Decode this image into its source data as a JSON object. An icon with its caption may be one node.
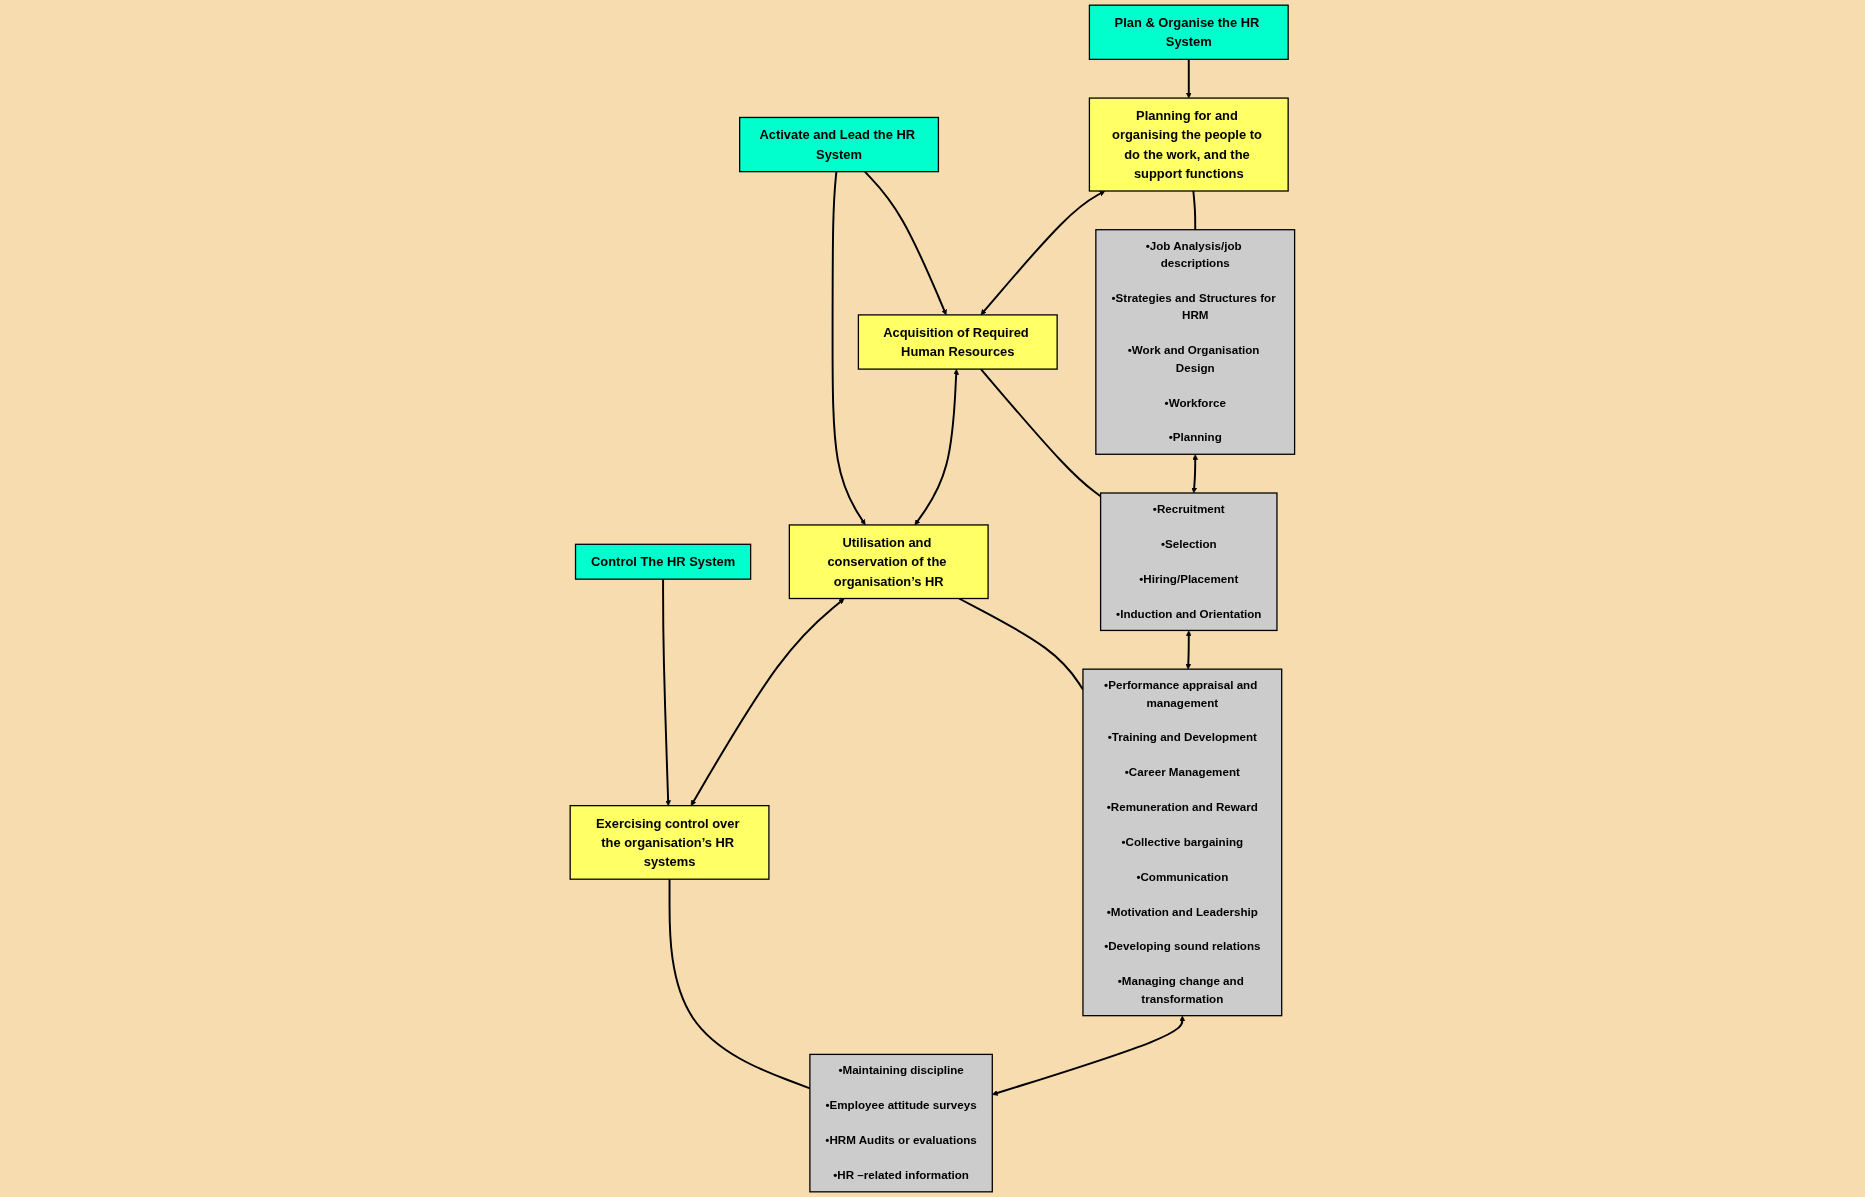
{
  "diagram": {
    "nodes": [
      {
        "text": [
          "Plan & Organise the HR System"
        ]
      },
      {
        "text": [
          "Activate and Lead the HR System"
        ]
      },
      {
        "text": [
          "Control The HR System"
        ]
      },
      {
        "text": [
          "Planning for and organising the people to do the work, and the support functions"
        ]
      },
      {
        "text": [
          "Acquisition of Required Human Resources"
        ]
      },
      {
        "text": [
          "Utilisation and conservation of the organisation’s HR"
        ]
      },
      {
        "text": [
          "Exercising control over the organisation’s HR systems"
        ]
      },
      {
        "text": [
          "•Job Analysis/job descriptions",
          "•Strategies and Structures for HRM",
          "•Work and Organisation Design",
          "•Workforce",
          "•Planning"
        ]
      },
      {
        "text": [
          "•Recruitment",
          "•Selection",
          "•Hiring/Placement",
          "•Induction and Orientation"
        ]
      },
      {
        "text": [
          "•Performance appraisal and management",
          "•Training and Development",
          "•Career Management",
          "•Remuneration and Reward",
          "•Collective bargaining",
          "•Communication",
          "•Motivation and Leadership",
          "•Developing sound relations",
          "•Managing change and transformation"
        ]
      },
      {
        "text": [
          "•Maintaining discipline",
          "•Employee attitude surveys",
          "•HRM Audits or evaluations",
          "•HR –related information"
        ]
      }
    ],
    "edges": [
      {
        "from": 0,
        "to": 3,
        "arrow": "to"
      },
      {
        "from": 1,
        "to": 4,
        "arrow": "to"
      },
      {
        "from": 1,
        "to": 5,
        "arrow": "to"
      },
      {
        "from": 2,
        "to": 6,
        "arrow": "to"
      },
      {
        "from": 3,
        "to": 4,
        "arrow": "both"
      },
      {
        "from": 4,
        "to": 5,
        "arrow": "both"
      },
      {
        "from": 5,
        "to": 6,
        "arrow": "both"
      },
      {
        "from": 3,
        "to": 7,
        "arrow": "none"
      },
      {
        "from": 4,
        "to": 8,
        "arrow": "none"
      },
      {
        "from": 5,
        "to": 9,
        "arrow": "none"
      },
      {
        "from": 6,
        "to": 10,
        "arrow": "none"
      },
      {
        "from": 7,
        "to": 8,
        "arrow": "both"
      },
      {
        "from": 8,
        "to": 9,
        "arrow": "both"
      },
      {
        "from": 9,
        "to": 10,
        "arrow": "both"
      }
    ]
  }
}
